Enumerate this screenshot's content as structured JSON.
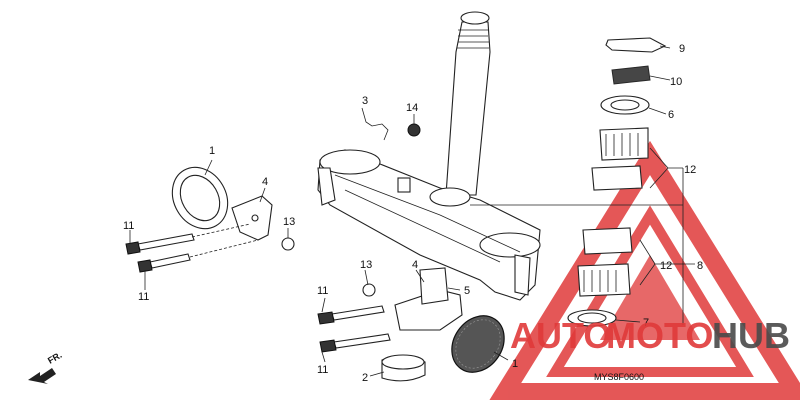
{
  "diagram": {
    "parts": [
      {
        "key": "p1a",
        "num": "1"
      },
      {
        "key": "p1b",
        "num": "1"
      },
      {
        "key": "p2",
        "num": "2"
      },
      {
        "key": "p3",
        "num": "3"
      },
      {
        "key": "p4a",
        "num": "4"
      },
      {
        "key": "p4b",
        "num": "4"
      },
      {
        "key": "p5",
        "num": "5"
      },
      {
        "key": "p6",
        "num": "6"
      },
      {
        "key": "p7",
        "num": "7"
      },
      {
        "key": "p8",
        "num": "8"
      },
      {
        "key": "p9",
        "num": "9"
      },
      {
        "key": "p10",
        "num": "10"
      },
      {
        "key": "p11a",
        "num": "11"
      },
      {
        "key": "p11b",
        "num": "11"
      },
      {
        "key": "p11c",
        "num": "11"
      },
      {
        "key": "p11d",
        "num": "11"
      },
      {
        "key": "p12a",
        "num": "12"
      },
      {
        "key": "p12b",
        "num": "12"
      },
      {
        "key": "p13a",
        "num": "13"
      },
      {
        "key": "p13b",
        "num": "13"
      },
      {
        "key": "p14",
        "num": "14"
      }
    ],
    "direction_label": "FR.",
    "drawing_code": "MYS8F0600"
  },
  "watermark": {
    "brand_auto": "AUTO",
    "brand_moto": "MOTO",
    "brand_hub": "HUB",
    "color_red": "#e03a3a",
    "color_dark": "#4a4a4a"
  }
}
